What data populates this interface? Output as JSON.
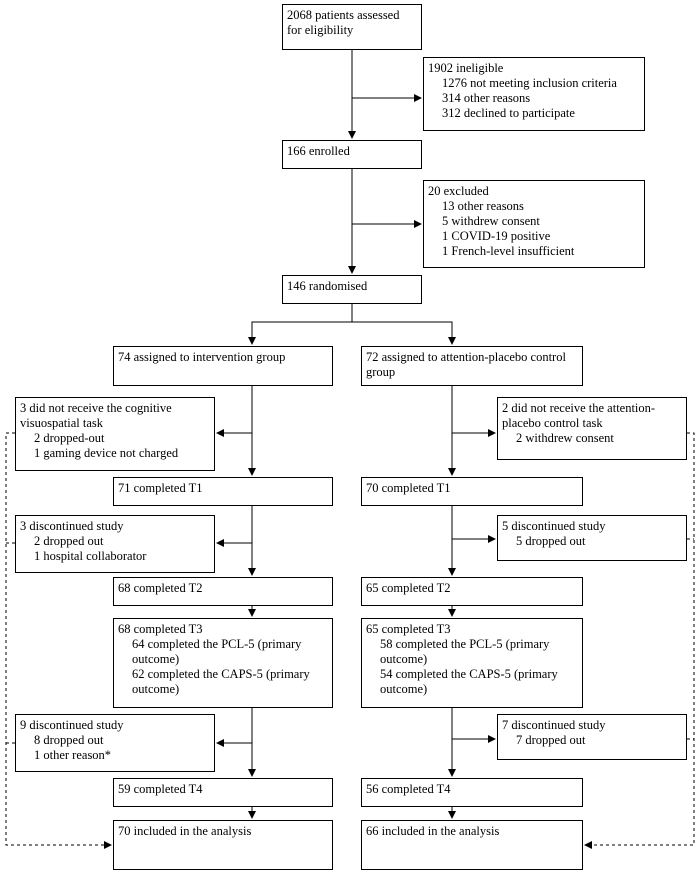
{
  "boxes": {
    "assessed": [
      "2068 patients assessed",
      "for eligibility"
    ],
    "ineligible": {
      "head": "1902 ineligible",
      "items": [
        "1276 not meeting inclusion criteria",
        "314 other reasons",
        "312 declined to participate"
      ]
    },
    "enrolled": [
      "166 enrolled"
    ],
    "excluded": {
      "head": "20 excluded",
      "items": [
        "13 other reasons",
        "5 withdrew consent",
        "1 COVID-19 positive",
        "1 French-level insufficient"
      ]
    },
    "randomised": [
      "146 randomised"
    ],
    "int_group": [
      "74 assigned to intervention group"
    ],
    "ctl_group": [
      "72 assigned to attention-placebo control",
      "group"
    ],
    "int_noreceive": {
      "head": "3 did not receive the cognitive",
      "head2": "visuospatial task",
      "items": [
        "2 dropped-out",
        "1 gaming device not charged"
      ]
    },
    "ctl_noreceive": {
      "head": "2 did not receive the attention-",
      "head2": "placebo control task",
      "items": [
        "2 withdrew consent"
      ]
    },
    "int_t1": [
      "71 completed T1"
    ],
    "ctl_t1": [
      "70 completed T1"
    ],
    "int_disc1": {
      "head": "3 discontinued study",
      "items": [
        "2 dropped out",
        "1 hospital collaborator"
      ]
    },
    "ctl_disc1": {
      "head": "5 discontinued study",
      "items": [
        "5 dropped out"
      ]
    },
    "int_t2": [
      "68 completed T2"
    ],
    "ctl_t2": [
      "65 completed T2"
    ],
    "int_t3": {
      "head": "68 completed T3",
      "items": [
        "64 completed the PCL-5 (primary",
        "outcome)",
        "62 completed the CAPS-5 (primary",
        "outcome)"
      ]
    },
    "ctl_t3": {
      "head": "65 completed T3",
      "items": [
        "58 completed the PCL-5 (primary",
        "outcome)",
        "54 completed the CAPS-5 (primary",
        "outcome)"
      ]
    },
    "int_disc2": {
      "head": "9 discontinued study",
      "items": [
        "8 dropped out",
        "1 other reason*"
      ]
    },
    "ctl_disc2": {
      "head": "7 discontinued study",
      "items": [
        "7 dropped out"
      ]
    },
    "int_t4": [
      "59 completed T4"
    ],
    "ctl_t4": [
      "56 completed T4"
    ],
    "int_analysis": [
      "70 included in the analysis"
    ],
    "ctl_analysis": [
      "66 included in the analysis"
    ]
  },
  "colors": {
    "stroke": "#000000",
    "background": "#ffffff"
  }
}
